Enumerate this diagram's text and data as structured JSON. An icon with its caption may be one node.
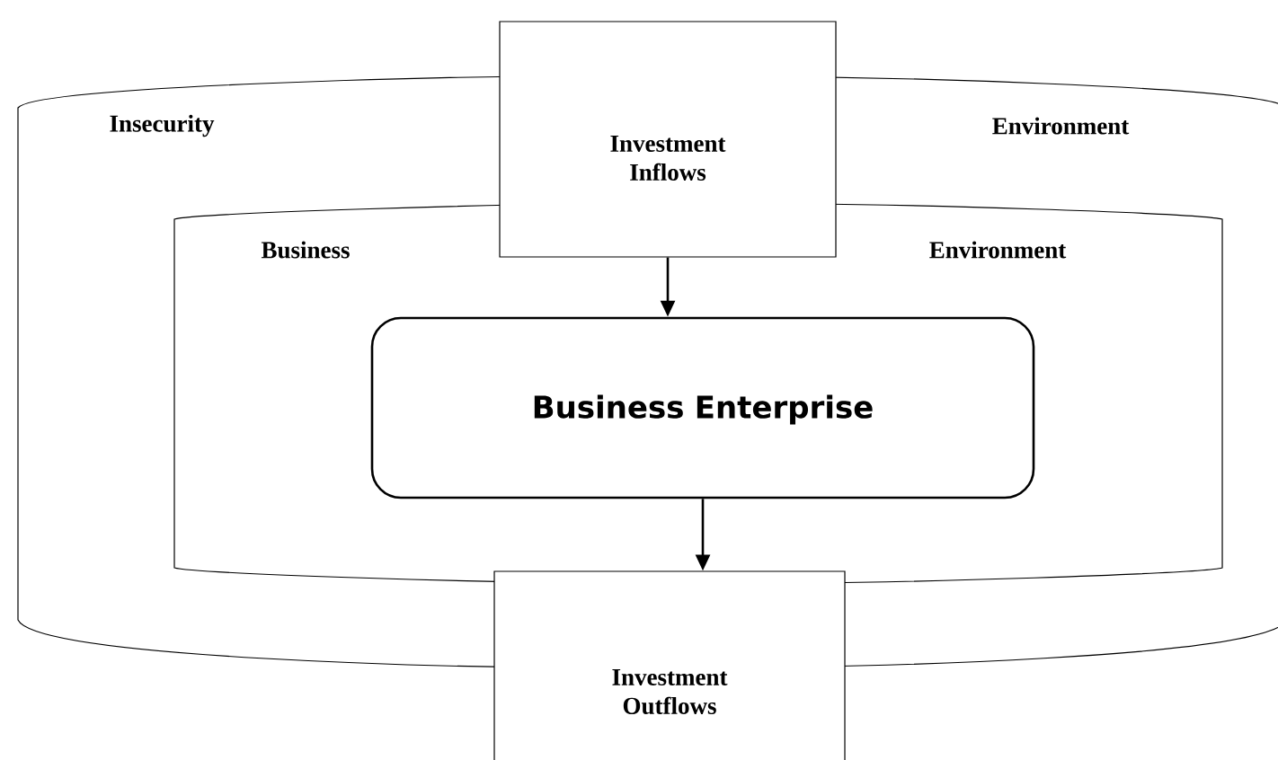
{
  "diagram": {
    "nodes": [
      {
        "text": [
          "Insecurity",
          "Environment"
        ]
      },
      {
        "text": [
          "Business",
          "Environment"
        ],
        "in": 0
      },
      {
        "text": [
          "Investment Inflows"
        ]
      },
      {
        "text": [
          "Business Enterprise"
        ],
        "in": 1
      },
      {
        "text": [
          "Investment Outflows"
        ]
      }
    ],
    "edges": [
      {
        "from": 2,
        "to": 3,
        "arrow": "to"
      },
      {
        "from": 3,
        "to": 4,
        "arrow": "to"
      }
    ]
  }
}
